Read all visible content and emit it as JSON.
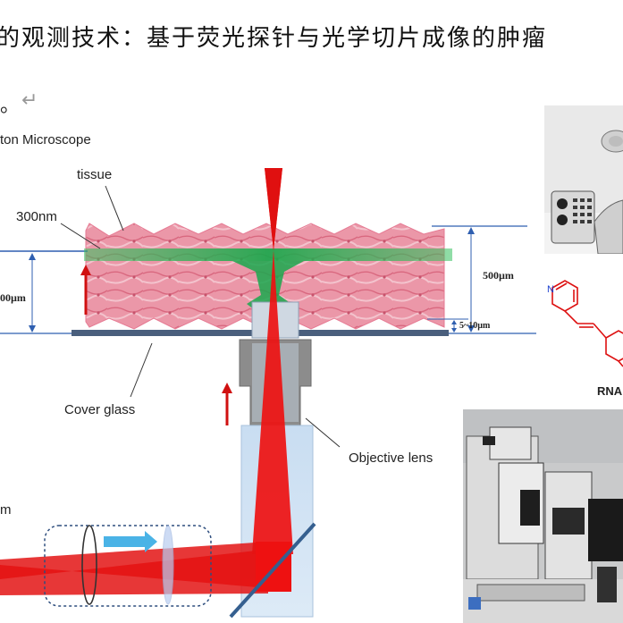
{
  "header": {
    "title": "的观测技术：基于荧光探针与光学切片成像的肿瘤",
    "subline": "。",
    "return_icon": "↵",
    "microscope_label": "ton Microscope"
  },
  "diagram": {
    "tissue_label": "tissue",
    "layer_label": "300nm",
    "depth_left_label": "00µm",
    "depth_right_label": "500µm",
    "gap_label": "5~10µm",
    "cover_glass_label": "Cover glass",
    "objective_label": "Objective lens",
    "left_edge_label": "m"
  },
  "molecule": {
    "atom_label": "N",
    "caption": "RNA"
  },
  "colors": {
    "tissue": "#e8859a",
    "light_sheet": "#22b14c",
    "laser": "#ee1111",
    "guide_line": "#2f5fb0",
    "objective": "#8c8c8c"
  }
}
